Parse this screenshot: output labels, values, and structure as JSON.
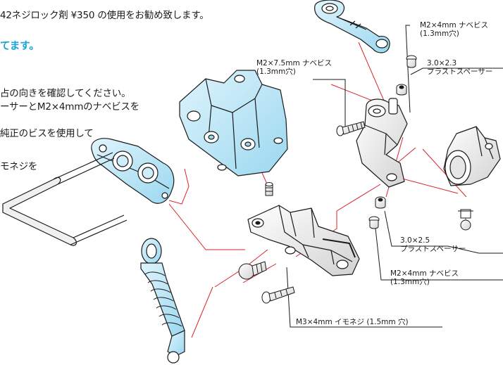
{
  "instructions": {
    "line1": "42ネジロック剤 ¥350 の使用をお勧め致します。",
    "note": "てます。",
    "line2": "占の向きを確認してください。",
    "line3": "ーサーとM2×4mmのナベビスを",
    "line4": "純正のビスを使用して",
    "line5": "モネジを"
  },
  "labels": {
    "m2x4_top": {
      "name": "M2×4mm ナベビス",
      "hole": "(1.3mm穴)"
    },
    "spacer_top": {
      "name": "3.0×2.3",
      "type": "プラストスペーサー"
    },
    "m2x75": {
      "name": "M2×7.5mm ナベビス",
      "hole": "(1.3mm穴)"
    },
    "spacer_bottom": {
      "name": "3.0×2.5",
      "type": "プラストスペーサー"
    },
    "m2x4_bottom": {
      "name": "M2×4mm ナベビス",
      "hole": "(1.3mm穴)"
    },
    "m3x4": {
      "name": "M3×4mm イモネジ (1.5mm 穴)"
    }
  },
  "colors": {
    "accent_blue": "#19a3d6",
    "leader_red": "#d9242b",
    "part_outline": "#1a1a1a"
  }
}
